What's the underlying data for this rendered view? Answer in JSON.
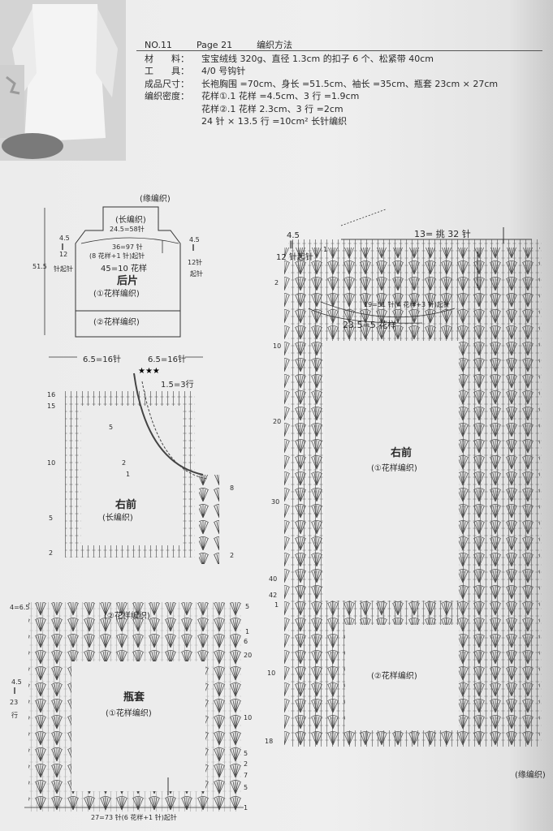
{
  "header": {
    "no": "NO.11",
    "page": "Page 21",
    "method": "编织方法",
    "rows": [
      {
        "k": "材　　料：",
        "v": "宝宝绒线 320g、直径 1.3cm 的扣子 6 个、松紧带 40cm"
      },
      {
        "k": "工　　具：",
        "v": "4/0 号钩针"
      },
      {
        "k": "成品尺寸：",
        "v": "长袍胸围 =70cm、身长 =51.5cm、袖长 =35cm、瓶套 23cm × 27cm"
      },
      {
        "k": "编织密度：",
        "v": "花样①.1 花样 =4.5cm、3 行 =1.9cm"
      },
      {
        "k": "",
        "v": "花样②.1 花样 2.3cm、3 行 =2cm"
      },
      {
        "k": "",
        "v": "24 针 × 13.5 行 =10cm² 长针编织"
      }
    ]
  },
  "back": {
    "top_band": "(缘编织)",
    "long_knit": "(长编织)",
    "stitches_24": "24.5=58针",
    "left_45": "4.5",
    "left_eq": "‖",
    "left_12": "12",
    "left_start": "针起针",
    "height": "51.5",
    "right_45": "4.5",
    "right_eq": "‖",
    "right_12": "12针",
    "right_start": "起针",
    "st36": "36=97 针",
    "st8": "(8 花样+1 针)起针",
    "st45": "45=10 花样",
    "title": "后片",
    "pattern1": "(①花样编织)",
    "pattern2": "(②花样编织)",
    "width_l": "6.5=16针",
    "width_r": "6.5=16针"
  },
  "right_front_small": {
    "rows_label": "1.5=3行",
    "title": "右前",
    "sub": "(长编织)",
    "left_nums": [
      "16",
      "15",
      "10",
      "5",
      "2"
    ],
    "inner_nums": [
      "5",
      "2",
      "1"
    ],
    "right_nums": [
      "8",
      "2"
    ]
  },
  "right_front_big": {
    "st13": "13= 挑 32 针",
    "left_45": "4.5",
    "left_eq": "‖",
    "left_12": "12 针起针",
    "st19": "19=51 针(4 花样+3 针)起针",
    "st235": "23.5=5 花样",
    "title": "右前",
    "pattern1": "(①花样编织)",
    "pattern2": "(②花样编织)",
    "border": "(缘编织)",
    "left_nums": [
      "1",
      "2",
      "10",
      "20",
      "30",
      "40",
      "42",
      "1",
      "10",
      "18"
    ]
  },
  "bottle": {
    "top_left": "4=6.5",
    "title": "瓶套",
    "pattern2": "(②花样编织)",
    "pattern1": "(①花样编织)",
    "left_45": "4.5",
    "left_eq": "‖",
    "left_23": "23",
    "left_rows": "行",
    "bottom": "27=73 针(6 花样+1 针)起针",
    "right_nums": [
      "5",
      "1",
      "6",
      "20",
      "10",
      "5",
      "2",
      "7",
      "5",
      "1"
    ]
  }
}
